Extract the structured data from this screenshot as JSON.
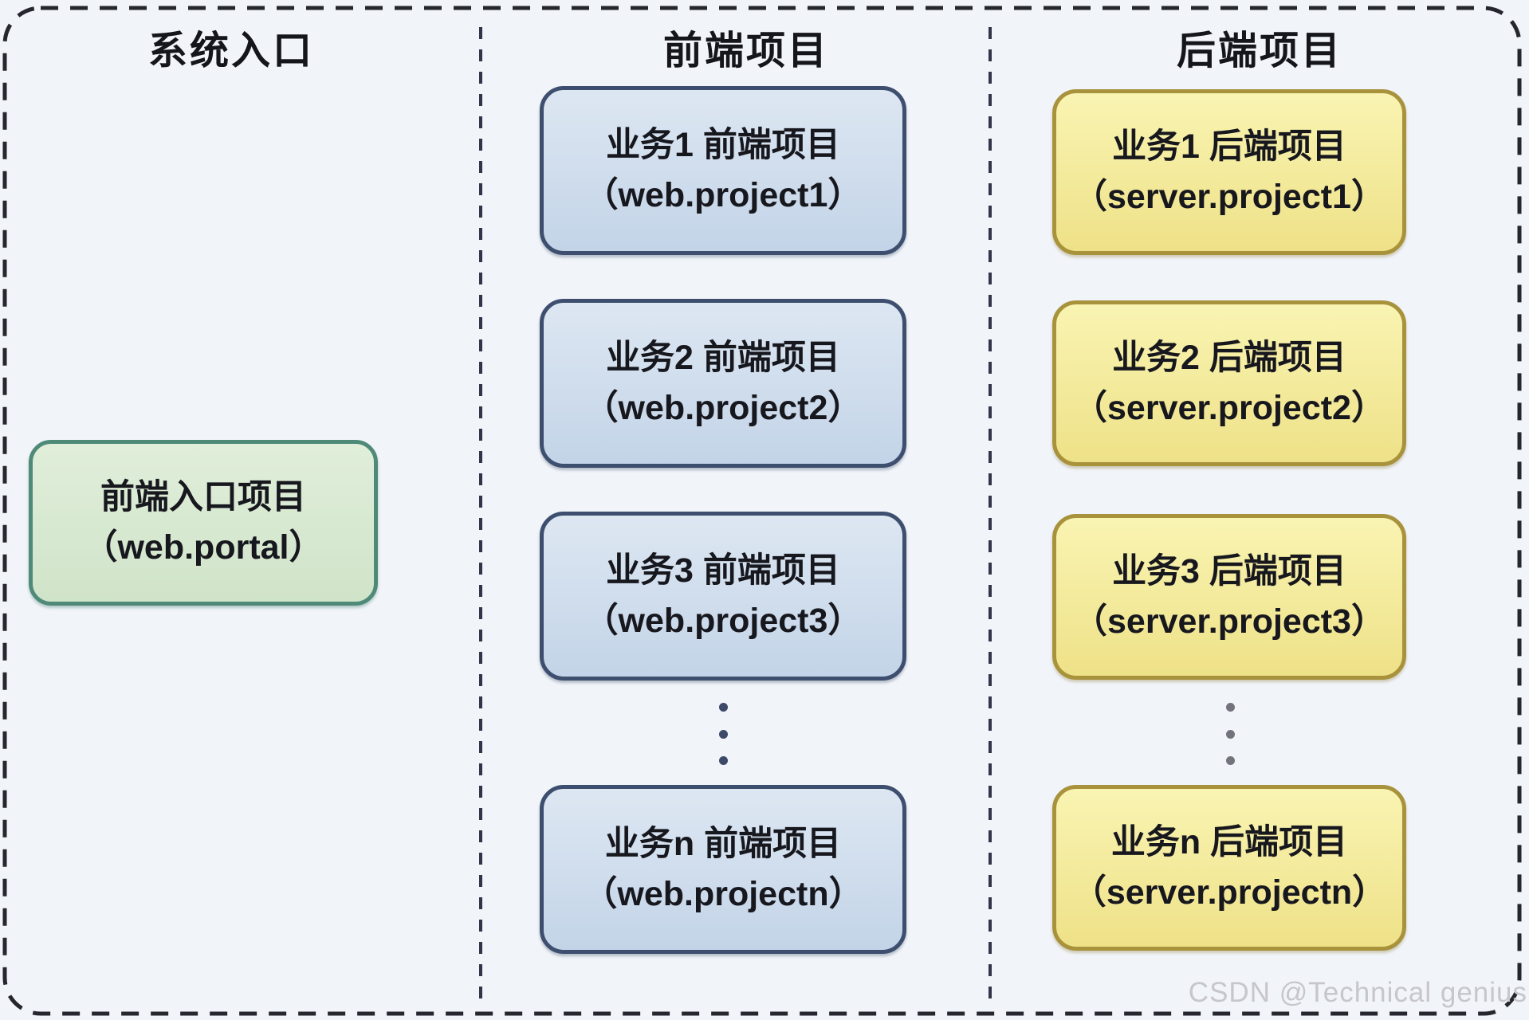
{
  "diagram": {
    "columns": [
      {
        "header": "系统入口",
        "boxes": [
          {
            "line1": "前端入口项目",
            "line2": "（web.portal）"
          }
        ]
      },
      {
        "header": "前端项目",
        "boxes": [
          {
            "line1": "业务1 前端项目",
            "line2": "（web.project1）"
          },
          {
            "line1": "业务2 前端项目",
            "line2": "（web.project2）"
          },
          {
            "line1": "业务3 前端项目",
            "line2": "（web.project3）"
          },
          {
            "line1": "业务n 前端项目",
            "line2": "（web.projectn）"
          }
        ],
        "ellipsis_between_rows": "3 vertical dots"
      },
      {
        "header": "后端项目",
        "boxes": [
          {
            "line1": "业务1 后端项目",
            "line2": "（server.project1）"
          },
          {
            "line1": "业务2 后端项目",
            "line2": "（server.project2）"
          },
          {
            "line1": "业务3 后端项目",
            "line2": "（server.project3）"
          },
          {
            "line1": "业务n 后端项目",
            "line2": "（server.projectn）"
          }
        ],
        "ellipsis_between_rows": "3 vertical dots"
      }
    ],
    "watermark": "CSDN @Technical genius",
    "colors": {
      "background": "#f1f4f9",
      "outer_dashed_border": "#26262e",
      "column_separator_dash": "#33334a",
      "entry_box_fill": "#d6e8d0",
      "entry_box_border": "#4f8a79",
      "frontend_box_fill": "#ccdaeb",
      "frontend_box_border": "#3d4e6e",
      "backend_box_fill": "#f6efa2",
      "backend_box_border": "#a8923c",
      "text": "#17171e",
      "watermark_text": "#c6c6cc"
    }
  }
}
